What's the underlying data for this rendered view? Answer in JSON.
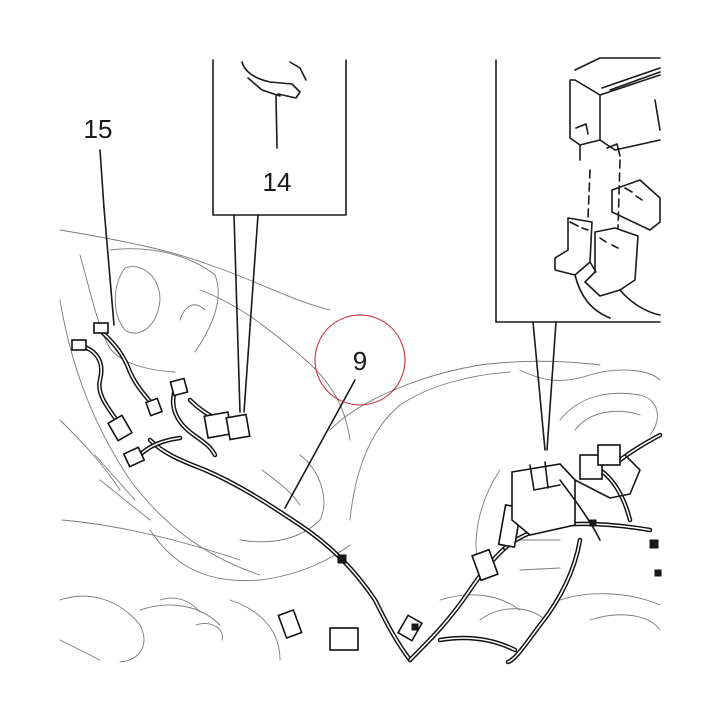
{
  "callouts": {
    "c15": "15",
    "c14": "14",
    "c9": "9"
  },
  "highlight_color": "#c8202e"
}
